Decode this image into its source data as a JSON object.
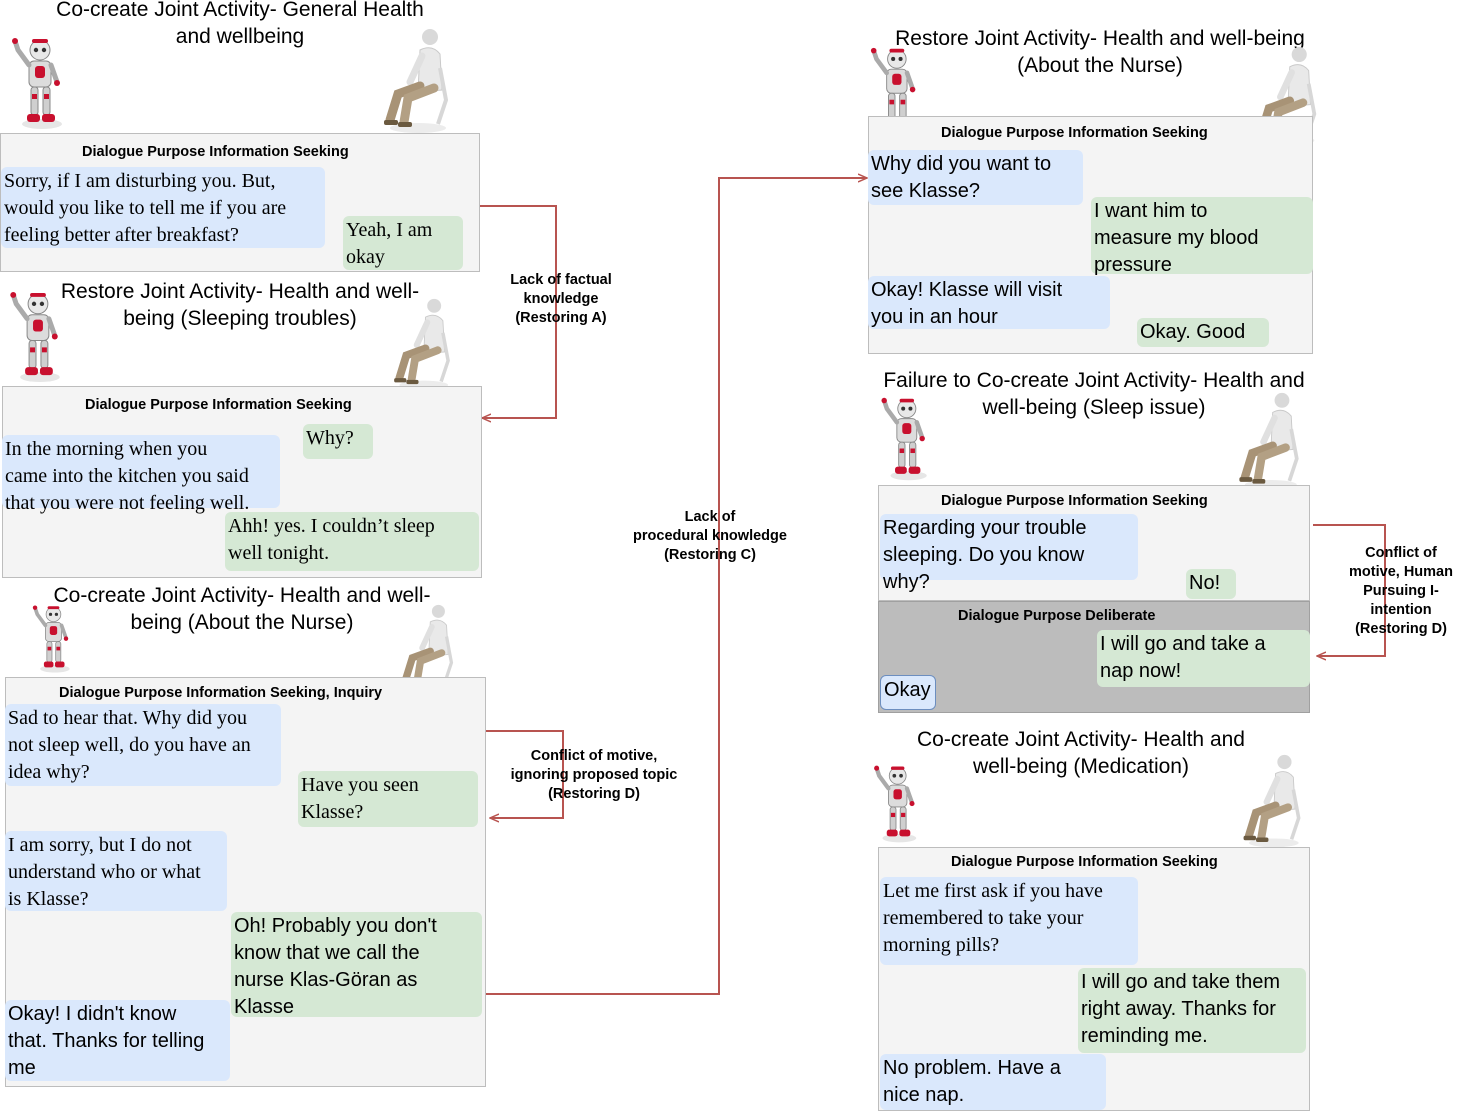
{
  "colors": {
    "robot_bubble": "#dae8fc",
    "human_bubble": "#d5e8d4",
    "panel": "#f4f4f4",
    "panel_dark": "#bcbcbc",
    "connector": "#b85450"
  },
  "icons": {
    "robot": "humanoid-robot-icon",
    "human": "seated-person-icon"
  },
  "panels": {
    "p1": {
      "title": "Co-create Joint Activity- General Health\nand wellbeing",
      "purpose": "Dialogue Purpose  Information Seeking",
      "messages": [
        "Sorry, if I am disturbing you. But,\nwould you like to tell me if you are\nfeeling better after breakfast?",
        "Yeah, I am\nokay"
      ]
    },
    "p2": {
      "title": "Restore Joint Activity- Health and well-\nbeing (Sleeping troubles)",
      "purpose": "Dialogue Purpose  Information Seeking",
      "messages": [
        "Why?",
        "In the morning when you\ncame into the kitchen you said\nthat you were not feeling well.",
        "Ahh! yes. I couldn’t sleep\nwell tonight."
      ]
    },
    "p3": {
      "title": "Co-create Joint Activity- Health and well-\nbeing (About the Nurse)",
      "purpose": "Dialogue Purpose Information Seeking, Inquiry",
      "messages": [
        "Sad to hear that. Why did you\nnot sleep well, do you have an\nidea why?",
        "Have you seen\nKlasse?",
        "I am sorry, but I do not\nunderstand who or what\nis Klasse?",
        "Oh! Probably you don't\nknow that we call the\nnurse Klas-Göran as\nKlasse",
        "Okay! I didn't know\nthat. Thanks for telling\nme"
      ]
    },
    "p4": {
      "title": "Restore Joint Activity- Health and well-being\n(About the Nurse)",
      "purpose": "Dialogue Purpose Information Seeking",
      "messages": [
        "Why did you want to\nsee Klasse?",
        "I want him to\nmeasure my blood\npressure",
        "Okay! Klasse will visit\nyou in an hour",
        "Okay. Good"
      ]
    },
    "p5": {
      "title": "Failure to Co-create Joint Activity- Health and\nwell-being (Sleep issue)",
      "purpose": "Dialogue Purpose  Information Seeking",
      "purpose2": "Dialogue Purpose Deliberate",
      "messages": [
        "Regarding your trouble\nsleeping. Do you know why?",
        "No!",
        "I will go and take a\nnap now!",
        "Okay"
      ]
    },
    "p6": {
      "title": "Co-create Joint Activity- Health and\nwell-being (Medication)",
      "purpose": "Dialogue Purpose  Information Seeking",
      "messages": [
        "Let me first ask if you have\nremembered to take your\nmorning pills?",
        "I will go and take them\nright away. Thanks for\nreminding me.",
        "No problem. Have a\nnice nap."
      ]
    }
  },
  "edges": {
    "a": "Lack of factual\nknowledge\n(Restoring A)",
    "c": "Lack of\nprocedural knowledge\n(Restoring C)",
    "d1": "Conflict of motive,\nignoring proposed topic\n(Restoring D)",
    "d2": "Conflict of\nmotive, Human\nPursuing I-\nintention\n(Restoring D)"
  }
}
